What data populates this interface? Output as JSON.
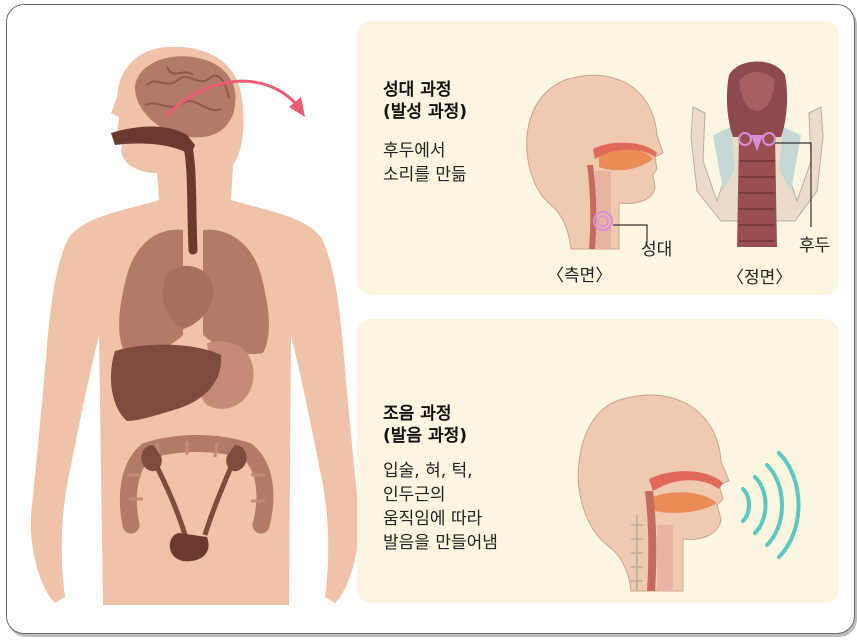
{
  "top_panel": {
    "title": "성대 과정\n(발성 과정)",
    "description": "후두에서\n소리를 만듦",
    "side_view_label": "〈측면〉",
    "front_view_label": "〈정면〉",
    "vocal_cords_label": "성대",
    "larynx_label": "후두"
  },
  "bottom_panel": {
    "title": "조음 과정\n(발음 과정)",
    "description": "입술, 혀, 턱,\n인두근의\n움직임에 따라\n발음을 만들어냄"
  },
  "colors": {
    "panel_bg": "#fbf6df",
    "skin": "#eec3a9",
    "organ": "#b47a68",
    "liver": "#7c4c3d",
    "arrow": "#ea5d72",
    "sound_waves": "#5ec6c3"
  }
}
